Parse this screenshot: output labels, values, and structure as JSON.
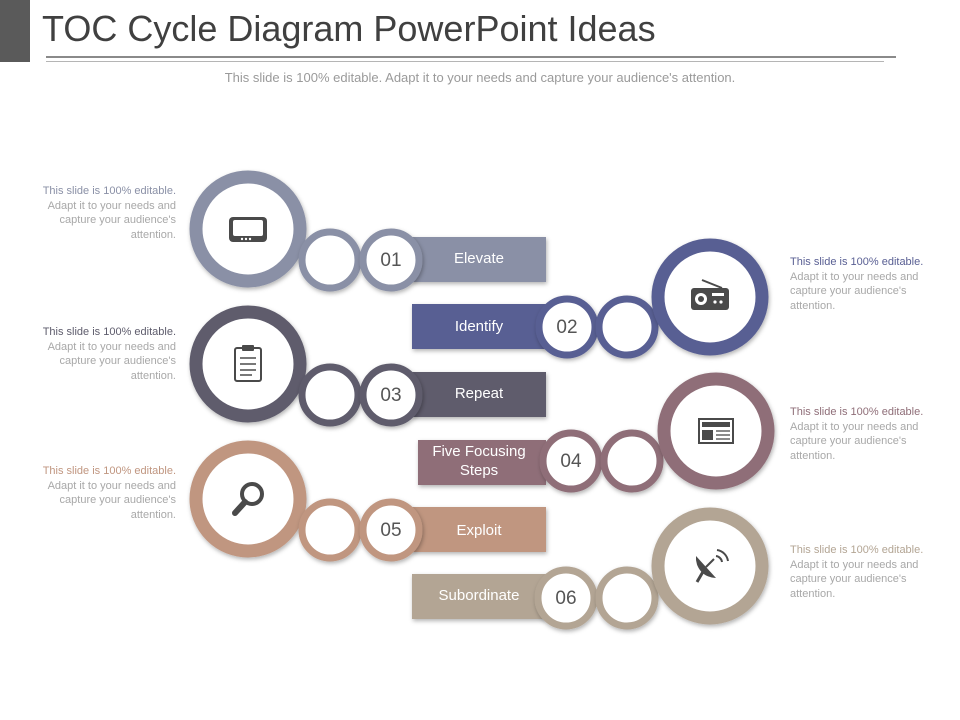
{
  "title": "TOC Cycle Diagram PowerPoint Ideas",
  "subtitle": "This slide is 100% editable. Adapt it to your needs and capture your audience's attention.",
  "colors": {
    "c1": "#8a90a6",
    "c2": "#595f93",
    "c3": "#5e5c6c",
    "c4": "#8f6e78",
    "c5": "#c09680",
    "c6": "#b3a594"
  },
  "steps": [
    {
      "number": "01",
      "label": "Elevate",
      "icon": "monitor-icon",
      "note_highlight": "This slide is 100% editable.",
      "note_body": "Adapt it to your needs and capture your audience's attention."
    },
    {
      "number": "02",
      "label": "Identify",
      "icon": "radio-icon",
      "note_highlight": "This slide is 100% editable.",
      "note_body": "Adapt it to your needs and capture your audience's attention."
    },
    {
      "number": "03",
      "label": "Repeat",
      "icon": "clipboard-icon",
      "note_highlight": "This slide is 100% editable.",
      "note_body": "Adapt it to your needs and capture your audience's attention."
    },
    {
      "number": "04",
      "label": "Five Focusing Steps",
      "icon": "newspaper-icon",
      "note_highlight": "This slide is 100% editable.",
      "note_body": "Adapt it to your needs and capture your audience's attention."
    },
    {
      "number": "05",
      "label": "Exploit",
      "icon": "magnifier-icon",
      "note_highlight": "This slide is 100% editable.",
      "note_body": "Adapt it to your needs and capture your audience's attention."
    },
    {
      "number": "06",
      "label": "Subordinate",
      "icon": "satellite-dish-icon",
      "note_highlight": "This slide is 100% editable.",
      "note_body": "Adapt it to your needs and capture your audience's attention."
    }
  ]
}
